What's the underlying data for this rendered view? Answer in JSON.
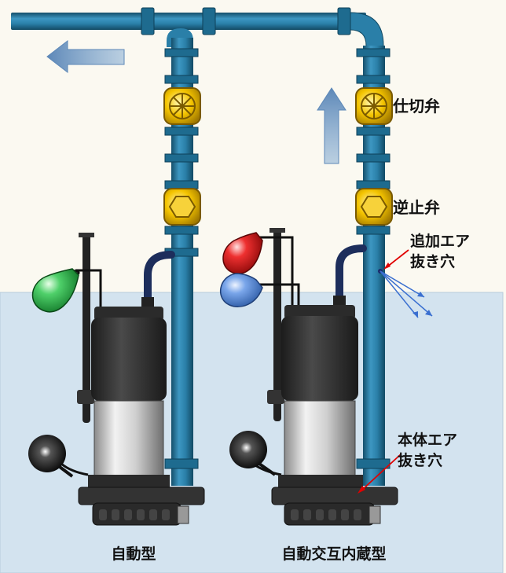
{
  "labels": {
    "gate_valve": "仕切弁",
    "check_valve": "逆止弁",
    "added_vent_line1": "追加エア",
    "added_vent_line2": "抜き穴",
    "body_vent_line1": "本体エア",
    "body_vent_line2": "抜き穴"
  },
  "captions": {
    "left": "自動型",
    "right": "自動交互内蔵型"
  },
  "colors": {
    "background": "#fbf9f1",
    "water": "#cfe0ee",
    "pipe": "#2a7fa8",
    "valve": "#f2c200",
    "float_green": "#2fb24a",
    "float_red": "#e01b1b",
    "float_blue": "#5b8fdc",
    "float_black": "#111111",
    "annotation_arrow": "#e00000",
    "flow_arrow": "#8fb3d6"
  },
  "icons": {
    "flow_left": "arrow-left-icon",
    "flow_up": "arrow-up-icon"
  }
}
